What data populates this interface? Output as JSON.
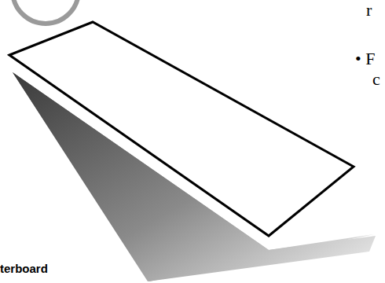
{
  "diagram": {
    "labels": [
      "r",
      "• F",
      "c",
      "terboard"
    ]
  }
}
